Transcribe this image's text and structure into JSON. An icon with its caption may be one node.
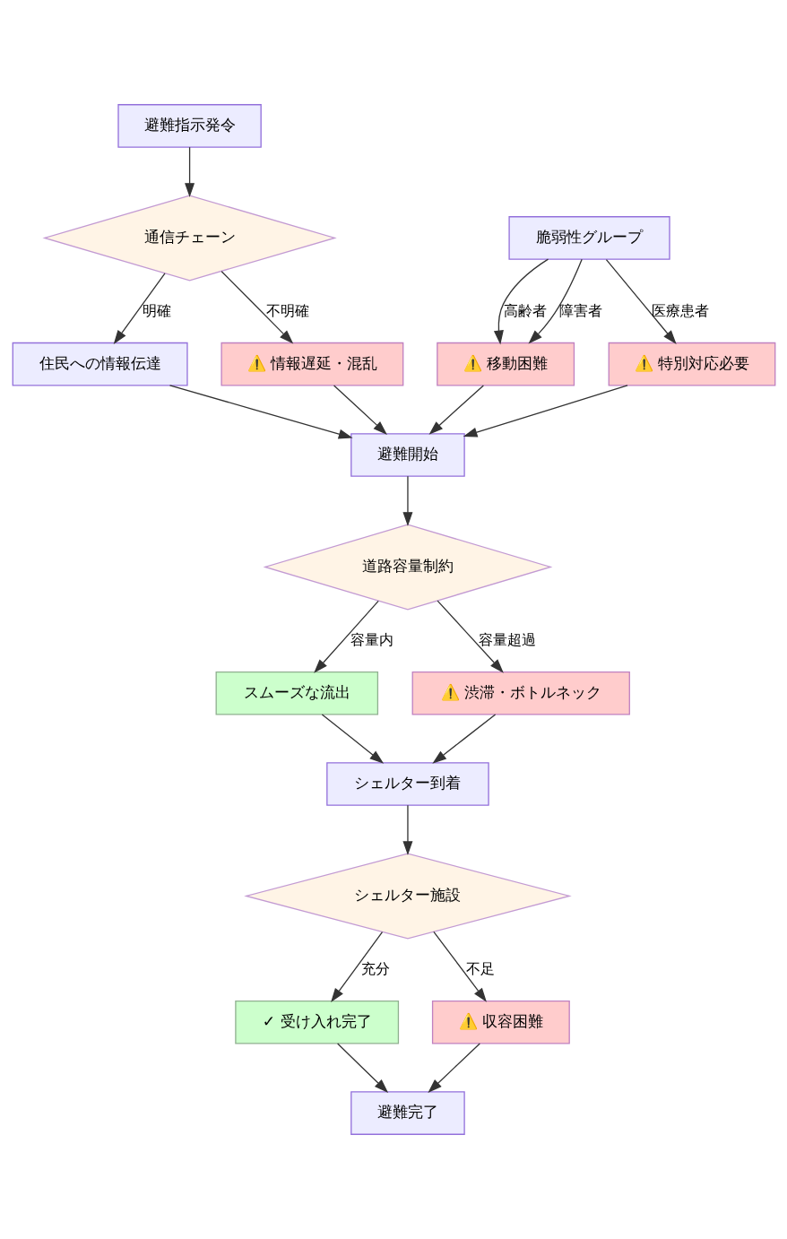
{
  "diagram": {
    "nodes": [
      {
        "text": [
          "避難指示発令"
        ]
      },
      {
        "text": [
          "通信チェーン"
        ]
      },
      {
        "text": [
          "脆弱性グループ"
        ]
      },
      {
        "text": [
          "住民への情報伝達"
        ]
      },
      {
        "text": [
          "⚠️ 情報遅延・混乱"
        ]
      },
      {
        "text": [
          "⚠️ 移動困難"
        ]
      },
      {
        "text": [
          "⚠️ 特別対応必要"
        ]
      },
      {
        "text": [
          "避難開始"
        ]
      },
      {
        "text": [
          "道路容量制約"
        ]
      },
      {
        "text": [
          "スムーズな流出"
        ]
      },
      {
        "text": [
          "⚠️ 渋滞・ボトルネック"
        ]
      },
      {
        "text": [
          "シェルター到着"
        ]
      },
      {
        "text": [
          "シェルター施設"
        ]
      },
      {
        "text": [
          "✓ 受け入れ完了"
        ]
      },
      {
        "text": [
          "⚠️ 収容困難"
        ]
      },
      {
        "text": [
          "避難完了"
        ]
      }
    ],
    "edges": [
      {
        "from": 0,
        "to": 1,
        "arrow": "to"
      },
      {
        "from": 1,
        "to": 3,
        "arrow": "to",
        "label": "明確"
      },
      {
        "from": 1,
        "to": 4,
        "arrow": "to",
        "label": "不明確"
      },
      {
        "from": 2,
        "to": 5,
        "arrow": "to",
        "label": "高齢者"
      },
      {
        "from": 2,
        "to": 5,
        "arrow": "to",
        "label": "障害者"
      },
      {
        "from": 2,
        "to": 6,
        "arrow": "to",
        "label": "医療患者"
      },
      {
        "from": 3,
        "to": 7,
        "arrow": "to"
      },
      {
        "from": 4,
        "to": 7,
        "arrow": "to"
      },
      {
        "from": 5,
        "to": 7,
        "arrow": "to"
      },
      {
        "from": 6,
        "to": 7,
        "arrow": "to"
      },
      {
        "from": 7,
        "to": 8,
        "arrow": "to"
      },
      {
        "from": 8,
        "to": 9,
        "arrow": "to",
        "label": "容量内"
      },
      {
        "from": 8,
        "to": 10,
        "arrow": "to",
        "label": "容量超過"
      },
      {
        "from": 9,
        "to": 11,
        "arrow": "to"
      },
      {
        "from": 10,
        "to": 11,
        "arrow": "to"
      },
      {
        "from": 11,
        "to": 12,
        "arrow": "to"
      },
      {
        "from": 12,
        "to": 13,
        "arrow": "to",
        "label": "充分"
      },
      {
        "from": 12,
        "to": 14,
        "arrow": "to",
        "label": "不足"
      },
      {
        "from": 13,
        "to": 15,
        "arrow": "to"
      },
      {
        "from": 14,
        "to": 15,
        "arrow": "to"
      }
    ]
  }
}
